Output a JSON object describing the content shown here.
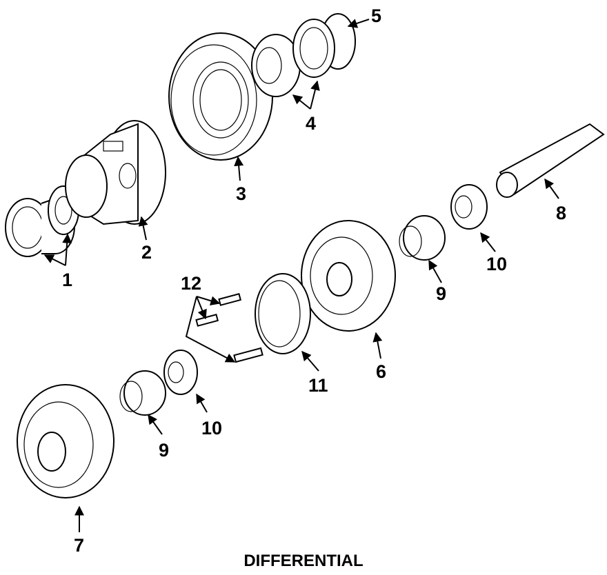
{
  "diagram": {
    "caption": "DIFFERENTIAL",
    "callouts": {
      "c1": "1",
      "c2": "2",
      "c3": "3",
      "c4": "4",
      "c5": "5",
      "c6": "6",
      "c7": "7",
      "c8": "8",
      "c9a": "9",
      "c9b": "9",
      "c10a": "10",
      "c10b": "10",
      "c11": "11",
      "c12": "12"
    }
  }
}
